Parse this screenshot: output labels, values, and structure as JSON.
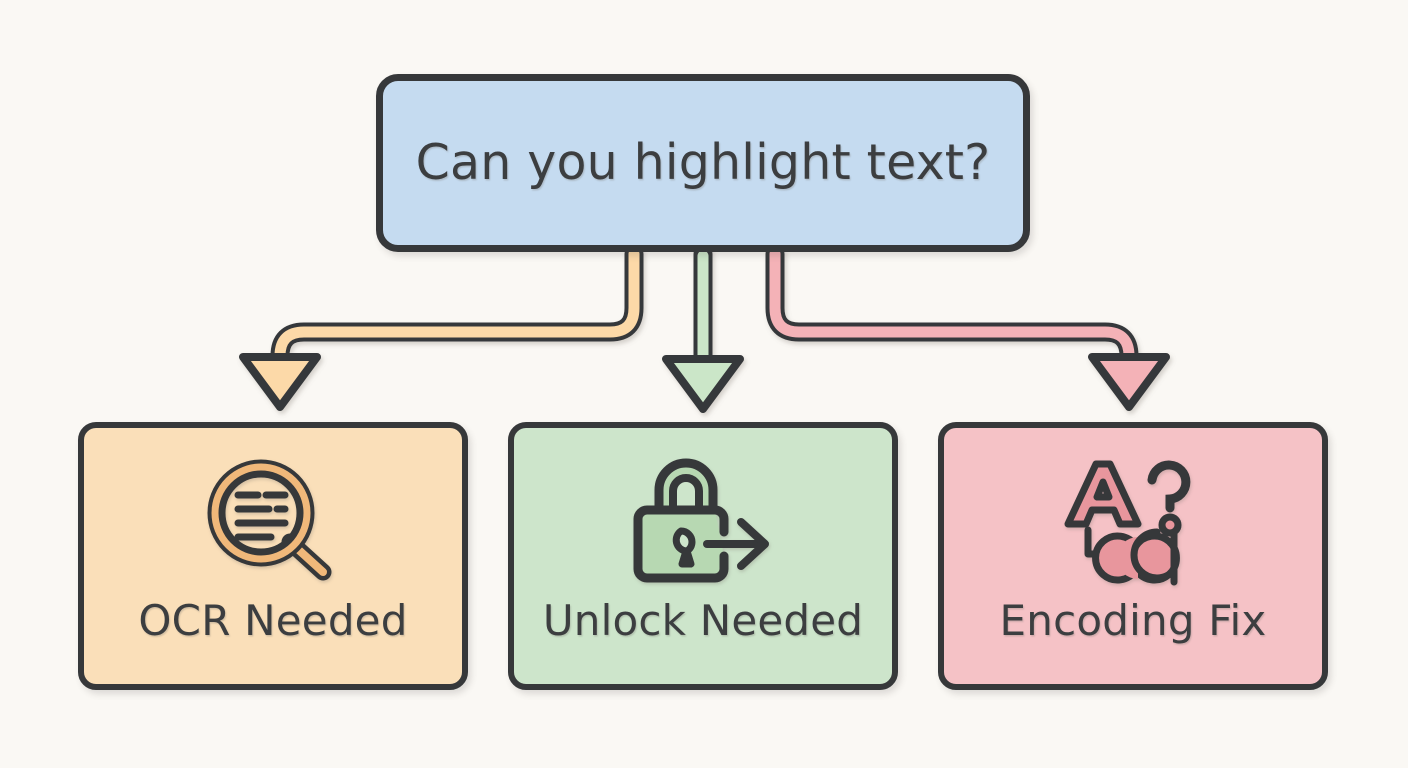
{
  "diagram": {
    "type": "decision-flow",
    "background_color": "#faf8f4",
    "stroke_color": "#36383a",
    "question": {
      "text": "Can you highlight text?",
      "fill_color": "#c5dbf0",
      "text_color": "#3c3e40"
    },
    "outcomes": [
      {
        "id": "ocr",
        "label": "OCR Needed",
        "icon": "magnifier-text-icon",
        "fill_color": "#fadfb9",
        "icon_accent_color": "#f0b87a",
        "connector_color": "#fcd9a8",
        "connector_shape": "elbow-left"
      },
      {
        "id": "unlock",
        "label": "Unlock Needed",
        "icon": "padlock-arrow-icon",
        "fill_color": "#cde5cb",
        "icon_accent_color": "#a9cfa4",
        "connector_color": "#cbe6c8",
        "connector_shape": "straight-down"
      },
      {
        "id": "encoding",
        "label": "Encoding Fix",
        "icon": "character-encoding-icon",
        "fill_color": "#f5c2c6",
        "icon_accent_color": "#e8969d",
        "connector_color": "#f4b2b7",
        "connector_shape": "elbow-right"
      }
    ]
  }
}
